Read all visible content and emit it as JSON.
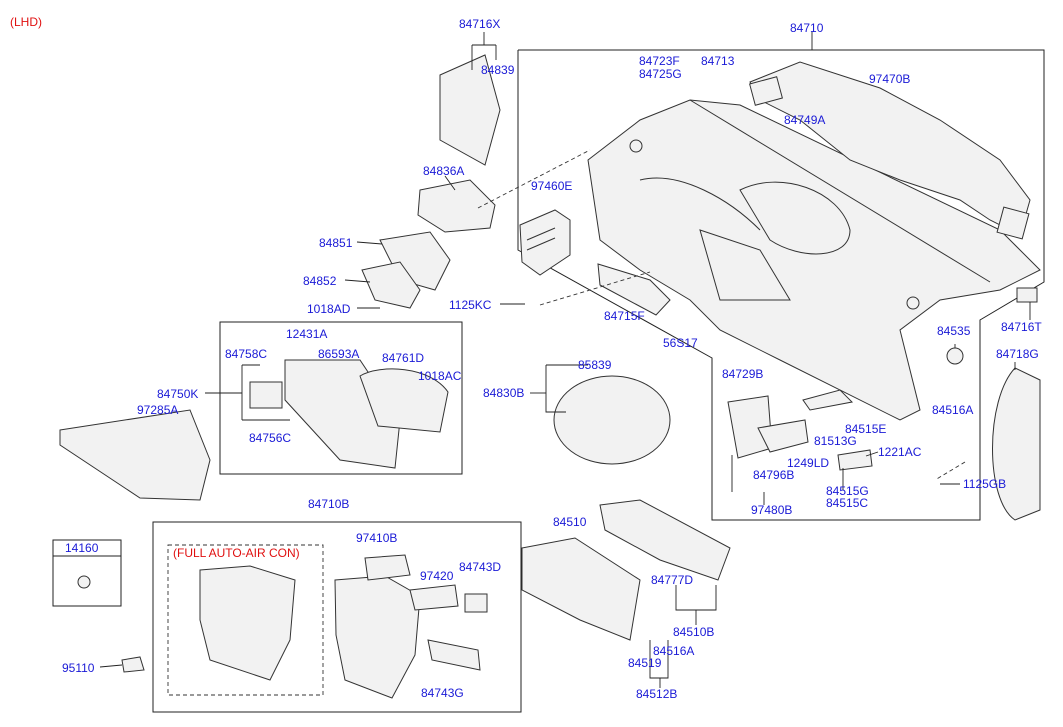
{
  "diagram": {
    "orientation_tag": "(LHD)",
    "inset_note": "(FULL AUTO-AIR CON)",
    "parts": {
      "p84716X": "84716X",
      "p84839": "84839",
      "p84836A": "84836A",
      "p84851": "84851",
      "p84852": "84852",
      "p1018AD": "1018AD",
      "p1125KC": "1125KC",
      "p12431A": "12431A",
      "p84758C": "84758C",
      "p86593A": "86593A",
      "p84761D": "84761D",
      "p1018AC": "1018AC",
      "p84750K": "84750K",
      "p97285A": "97285A",
      "p84756C": "84756C",
      "p84710": "84710",
      "p84723F": "84723F",
      "p84725G": "84725G",
      "p84713": "84713",
      "p97470B": "97470B",
      "p84749A": "84749A",
      "p97460E": "97460E",
      "p84715F": "84715F",
      "p56S17": "56S17",
      "p84716T": "84716T",
      "p84535": "84535",
      "p84718G": "84718G",
      "p84729B": "84729B",
      "p84516A_r": "84516A",
      "p84515E": "84515E",
      "p81513G": "81513G",
      "p1221AC": "1221AC",
      "p1249LD": "1249LD",
      "p84796B": "84796B",
      "p84515G": "84515G",
      "p84515C": "84515C",
      "p1125GB": "1125GB",
      "p97480B": "97480B",
      "p85839": "85839",
      "p84830B": "84830B",
      "p84710B": "84710B",
      "p14160": "14160",
      "p97410B": "97410B",
      "p97420": "97420",
      "p84743D": "84743D",
      "p84743G": "84743G",
      "p95110": "95110",
      "p84510": "84510",
      "p84777D": "84777D",
      "p84510B": "84510B",
      "p84516A_b": "84516A",
      "p84519": "84519",
      "p84512B": "84512B"
    }
  }
}
